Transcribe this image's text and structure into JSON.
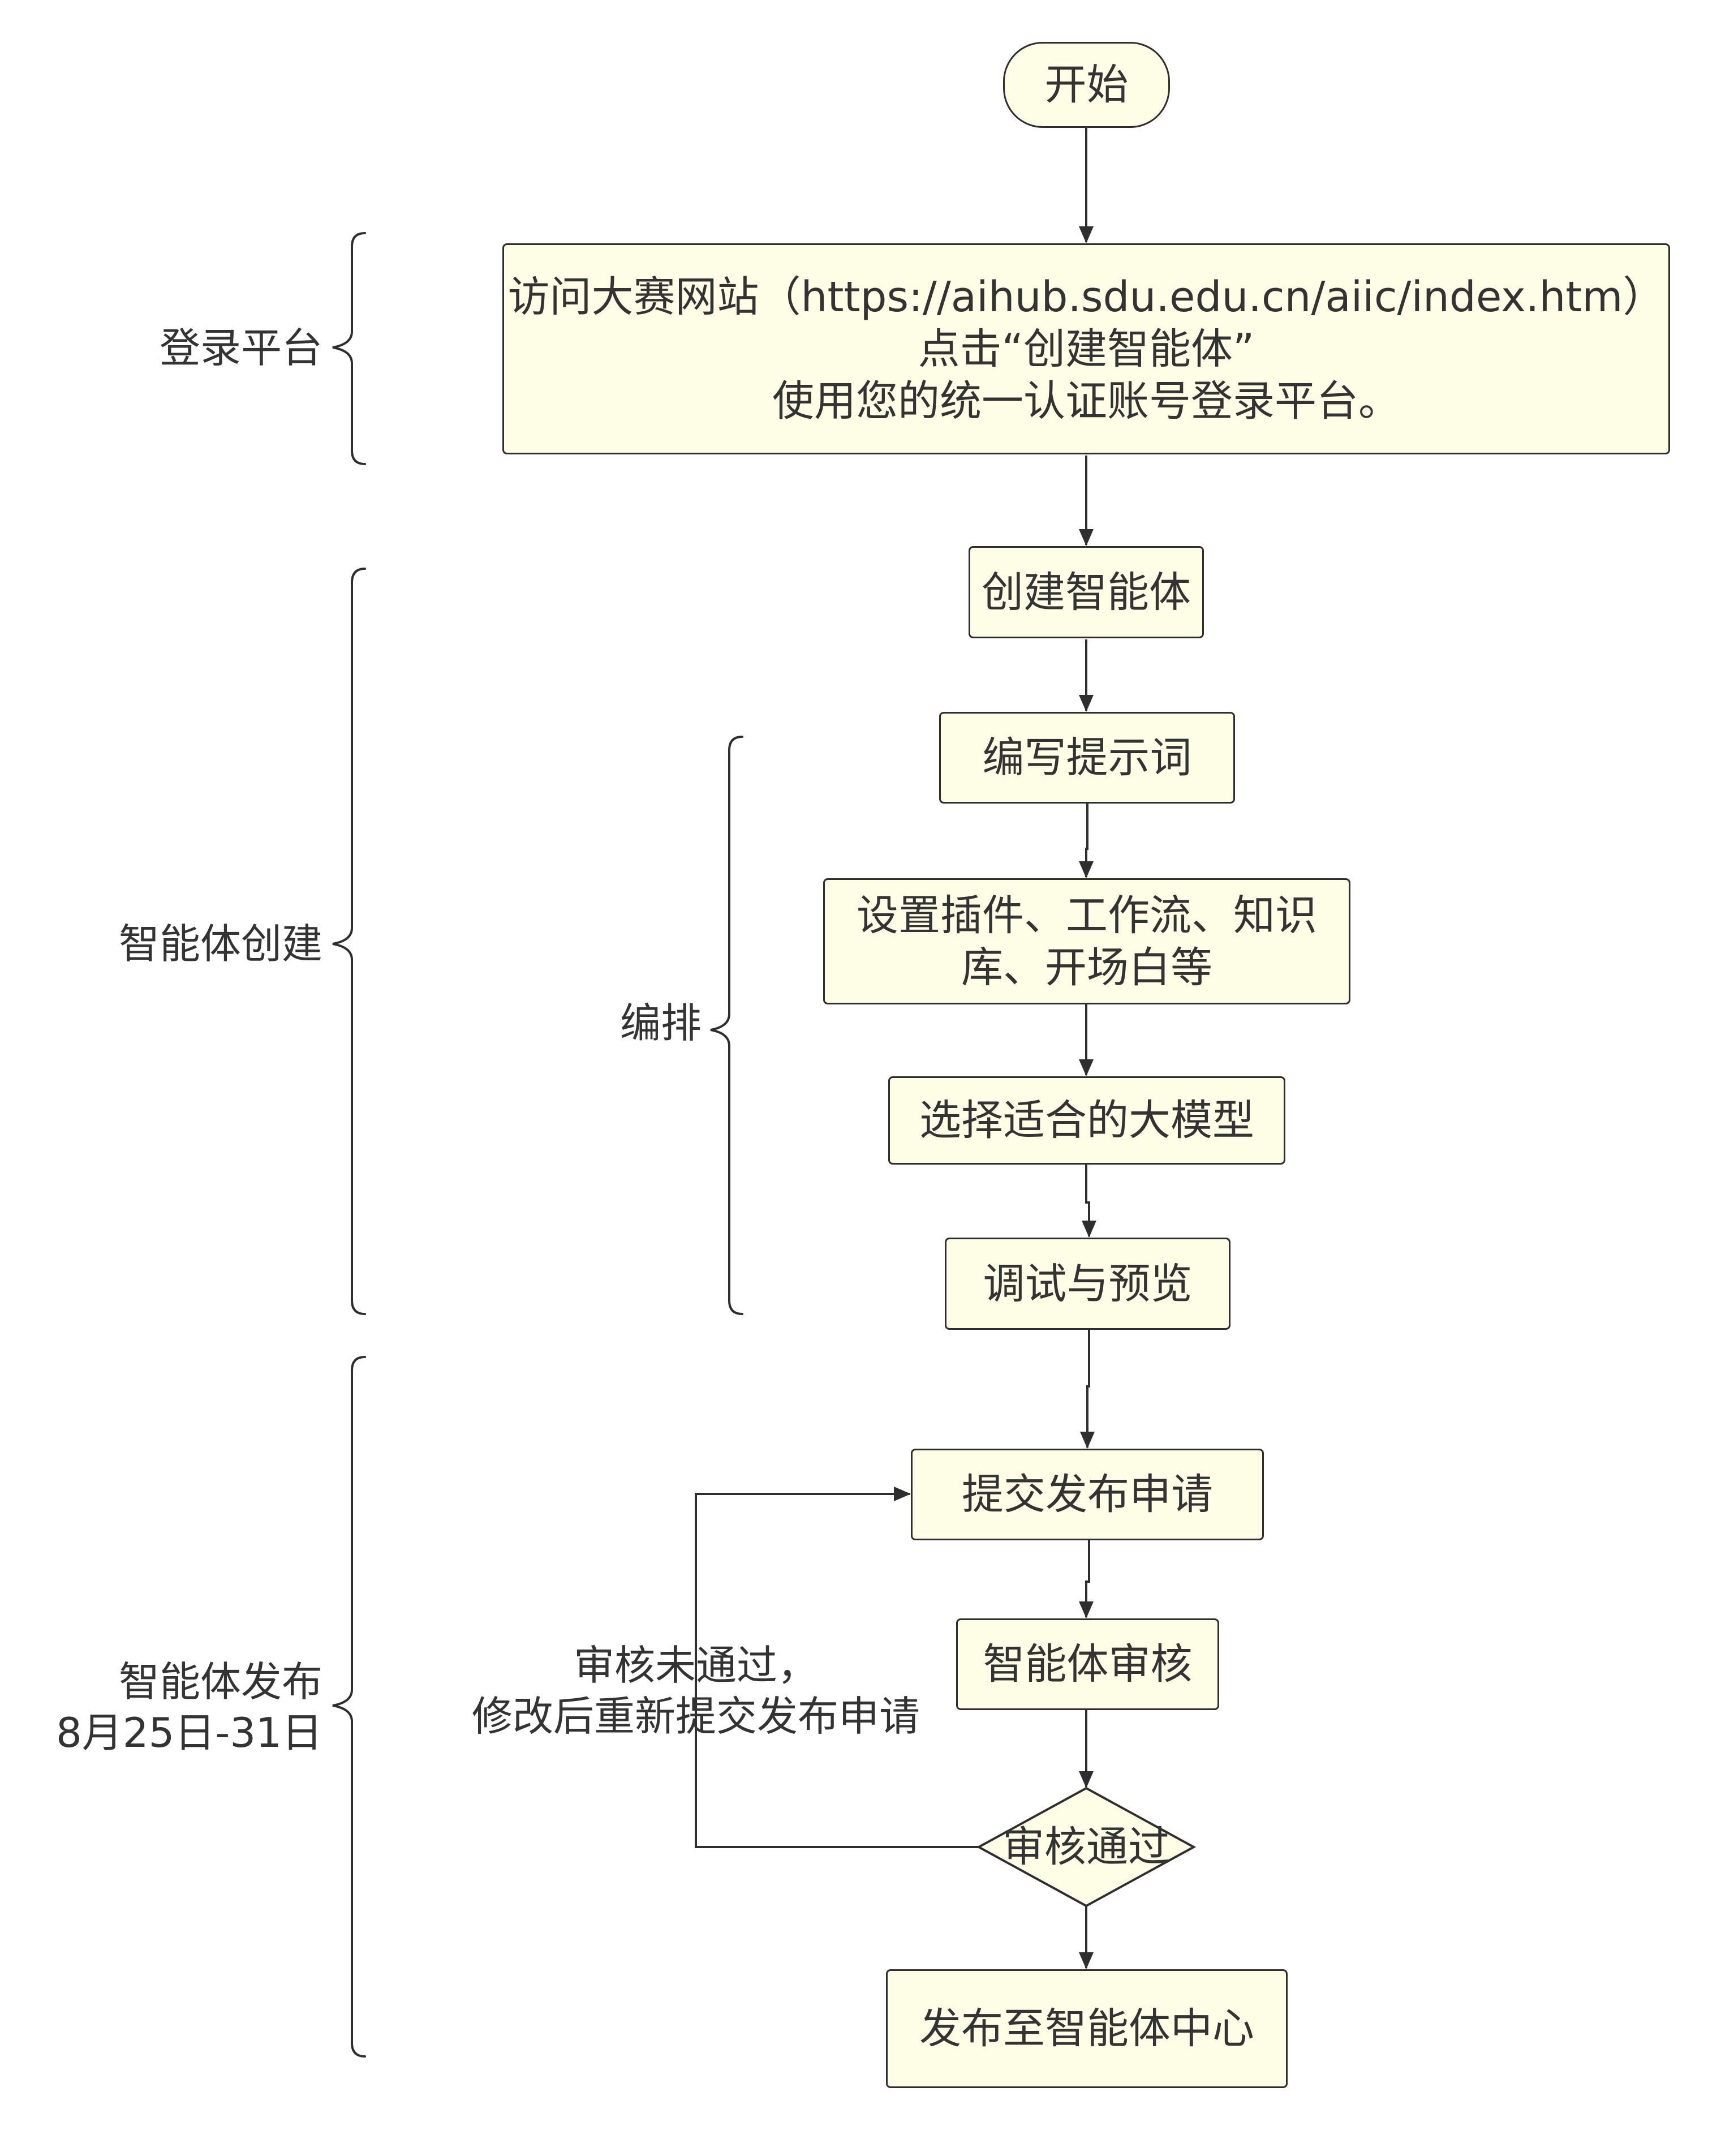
{
  "nodes": {
    "start": "开始",
    "visit": {
      "line1": "访问大赛网站（https://aihub.sdu.edu.cn/aiic/index.htm）",
      "line2": "点击“创建智能体”",
      "line3": "使用您的统一认证账号登录平台。"
    },
    "create": "创建智能体",
    "prompt": "编写提示词",
    "plugins": {
      "line1": "设置插件、工作流、知识",
      "line2": "库、开场白等"
    },
    "model": "选择适合的大模型",
    "debug": "调试与预览",
    "submit": "提交发布申请",
    "review": "智能体审核",
    "decision": "审核通过",
    "publish": "发布至智能体中心"
  },
  "groups": {
    "login": "登录平台",
    "creation": "智能体创建",
    "arrange": "编排",
    "release": {
      "line1": "智能体发布",
      "line2": "8月25日-31日"
    }
  },
  "loop_label": {
    "line1": "审核未通过，",
    "line2": "修改后重新提交发布申请"
  },
  "colors": {
    "node_fill": "#fefee6",
    "stroke": "#2e2e2e",
    "text": "#333333"
  }
}
